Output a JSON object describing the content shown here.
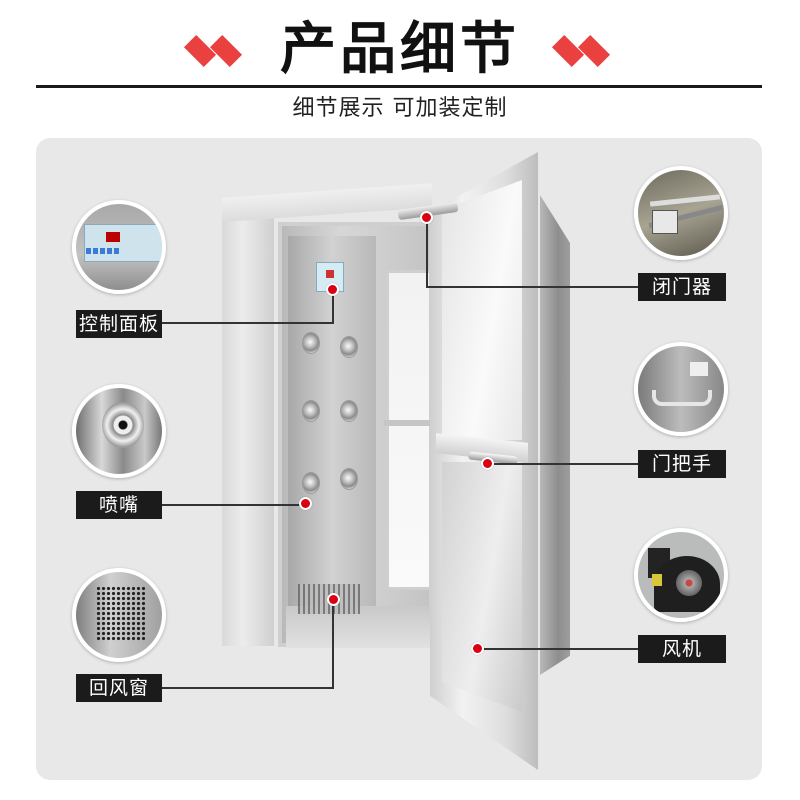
{
  "header": {
    "title": "产品细节",
    "subtitle": "细节展示 可加装定制",
    "accent_color": "#e61e1e",
    "divider_color": "#1a1a1a"
  },
  "panel": {
    "background_color": "#e8e8e8"
  },
  "product": {
    "description": "stainless steel air shower cabinet with open door",
    "marker_color": "#d90012"
  },
  "callouts": {
    "left": [
      {
        "label": "控制面板",
        "image": "control-panel-closeup"
      },
      {
        "label": "喷嘴",
        "image": "nozzle-closeup"
      },
      {
        "label": "回风窗",
        "image": "return-air-vent-closeup"
      }
    ],
    "right": [
      {
        "label": "闭门器",
        "image": "door-closer-closeup"
      },
      {
        "label": "门把手",
        "image": "door-handle-closeup"
      },
      {
        "label": "风机",
        "image": "blower-fan-closeup"
      }
    ]
  }
}
